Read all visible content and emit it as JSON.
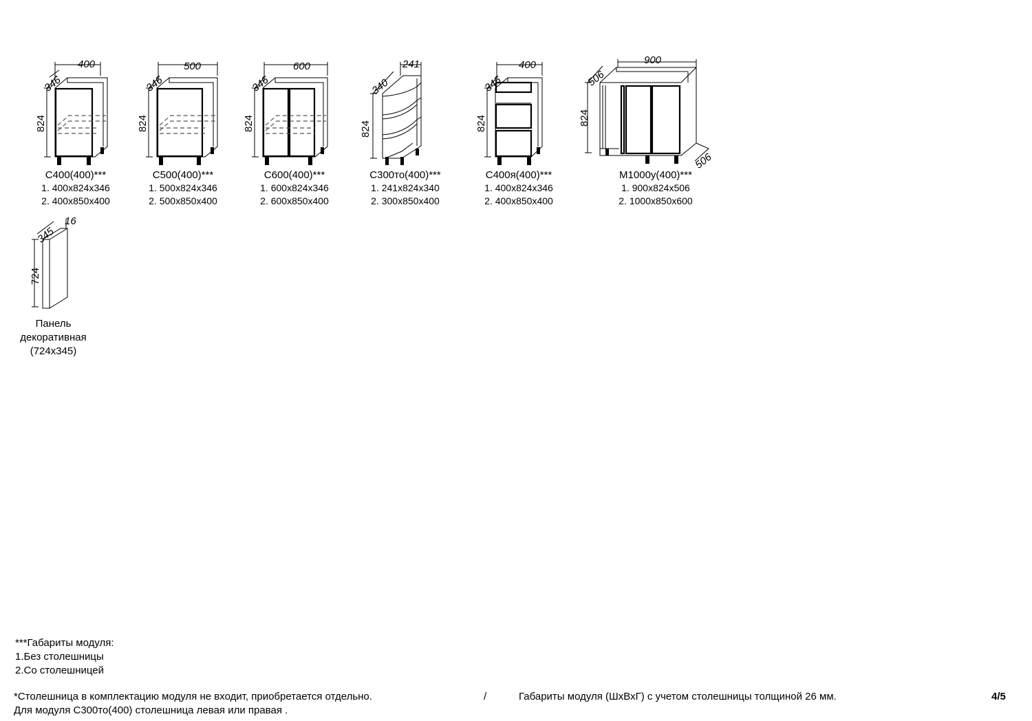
{
  "modules": [
    {
      "id": "c400",
      "name": "С400(400)***",
      "spec1": "1. 400x824x346",
      "spec2": "2. 400x850x400",
      "width_dim": "400",
      "depth_dim": "346",
      "height_dim": "824"
    },
    {
      "id": "c500",
      "name": "С500(400)***",
      "spec1": "1. 500x824x346",
      "spec2": "2. 500x850x400",
      "width_dim": "500",
      "depth_dim": "346",
      "height_dim": "824"
    },
    {
      "id": "c600",
      "name": "С600(400)***",
      "spec1": "1. 600x824x346",
      "spec2": "2. 600x850x400",
      "width_dim": "600",
      "depth_dim": "346",
      "height_dim": "824"
    },
    {
      "id": "c300to",
      "name": "С300то(400)***",
      "spec1": "1. 241x824x340",
      "spec2": "2. 300x850x400",
      "width_dim": "241",
      "depth_dim": "340",
      "height_dim": "824"
    },
    {
      "id": "c400ya",
      "name": "С400я(400)***",
      "spec1": "1. 400x824x346",
      "spec2": "2. 400x850x400",
      "width_dim": "400",
      "depth_dim": "346",
      "height_dim": "824"
    },
    {
      "id": "m1000u",
      "name": "М1000у(400)***",
      "spec1": "1. 900x824x506",
      "spec2": "2. 1000x850x600",
      "width_dim": "900",
      "depth_dim": "506",
      "depth_dim2": "506",
      "height_dim": "824"
    }
  ],
  "panel": {
    "line1": "Панель",
    "line2": "декоративная",
    "line3": "(724x345)",
    "height_dim": "724",
    "depth_dim": "345",
    "thickness_dim": "16"
  },
  "legend": {
    "line1": "***Габариты модуля:",
    "line2": "1.Без столешницы",
    "line3": "2.Со столешницей"
  },
  "footer": {
    "note1": "*Столешница в комплектацию модуля не входит, приобретается отдельно.",
    "note2": "Для модуля С300то(400) столешница левая или правая .",
    "slash": "/",
    "note3": "Габариты модуля (ШхВхГ) с учетом столешницы толщиной 26 мм.",
    "page": "4/5"
  }
}
